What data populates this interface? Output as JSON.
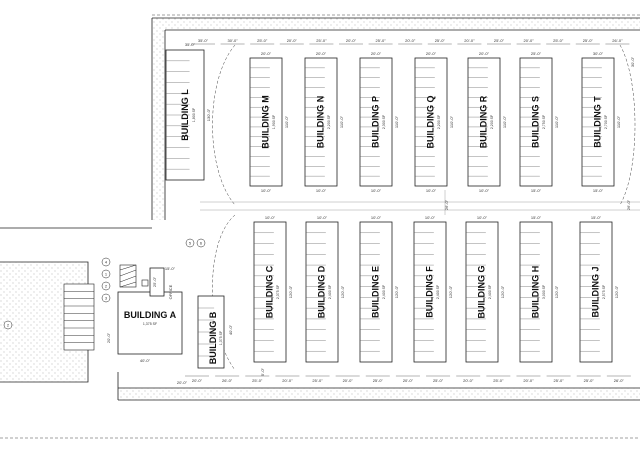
{
  "buildings_top": [
    {
      "id": "L",
      "name": "BUILDING L",
      "area": "1,800 SF"
    },
    {
      "id": "M",
      "name": "BUILDING M",
      "area": "1,900 SF"
    },
    {
      "id": "N",
      "name": "BUILDING N",
      "area": "2,200 SF"
    },
    {
      "id": "P",
      "name": "BUILDING P",
      "area": "2,300 SF"
    },
    {
      "id": "Q",
      "name": "BUILDING Q",
      "area": "2,200 SF"
    },
    {
      "id": "R",
      "name": "BUILDING R",
      "area": "2,200 SF"
    },
    {
      "id": "S",
      "name": "BUILDING S",
      "area": "2,750 SF"
    },
    {
      "id": "T",
      "name": "BUILDING T",
      "area": "2,700 SF"
    }
  ],
  "buildings_bottom": [
    {
      "id": "C",
      "name": "BUILDING C",
      "area": "2,375 SF"
    },
    {
      "id": "D",
      "name": "BUILDING D",
      "area": "2,400 SF"
    },
    {
      "id": "E",
      "name": "BUILDING E",
      "area": "2,400 SF"
    },
    {
      "id": "F",
      "name": "BUILDING F",
      "area": "2,400 SF"
    },
    {
      "id": "G",
      "name": "BUILDING G",
      "area": "2,400 SF"
    },
    {
      "id": "H",
      "name": "BUILDING H",
      "area": "3,000 SF"
    },
    {
      "id": "J",
      "name": "BUILDING J",
      "area": "2,575 SF"
    }
  ],
  "building_a": {
    "name": "BUILDING A",
    "area": "1,375 SF",
    "office_label": "OFFICE"
  },
  "building_b": {
    "name": "BUILDING B",
    "area": "1,375 SF"
  },
  "top_spacing_dims": [
    "35'-0\"",
    "30'-0\"",
    "25'-0\"",
    "20'-0\"",
    "25'-0\"",
    "20'-0\"",
    "25'-0\"",
    "20'-0\"",
    "25'-0\"",
    "20'-0\"",
    "25'-0\"",
    "20'-0\"",
    "25'-0\"",
    "25'-0\"",
    "26'-0\""
  ],
  "bottom_spacing_dims": [
    "20'-0\"",
    "26'-0\"",
    "25'-0\"",
    "20'-0\"",
    "25'-0\"",
    "20'-0\"",
    "25'-0\"",
    "20'-0\"",
    "25'-0\"",
    "20'-0\"",
    "25'-0\"",
    "20'-0\"",
    "25'-0\"",
    "25'-0\"",
    "26'-0\""
  ],
  "width_dims_top": [
    "30'-0\"",
    "20'-0\"",
    "20'-0\"",
    "20'-0\"",
    "20'-0\"",
    "20'-0\"",
    "25'-0\"",
    "30'-0\""
  ],
  "width_dims_bottom": [
    "15'-0\"",
    "10'-0\"",
    "10'-0\"",
    "10'-0\"",
    "10'-0\"",
    "10'-0\"",
    "15'-0\"",
    "15'-0\""
  ],
  "length_dim_top": "110'-0\"",
  "length_dim_l": "130'-0\"",
  "length_dim_bottom": "120'-0\"",
  "aisle_dims": [
    "26'-0\"",
    "26'-0\""
  ],
  "misc_dims": {
    "a_left": "20'-0\"",
    "a_bottom": "40'-0\"",
    "b_right": "40'-0\"",
    "b_bottom": "20'-0\"",
    "near_office": "15'-0\"",
    "office_dim": "25'-0\"",
    "l_top": "35'-0\"",
    "t_right": "30'-0\"",
    "c_side": "5'-0\""
  },
  "keynotes": [
    "1",
    "2",
    "3",
    "4",
    "5",
    "6",
    "2"
  ],
  "colors": {
    "line": "#222222",
    "hatch": "#999999",
    "background": "#ffffff"
  }
}
